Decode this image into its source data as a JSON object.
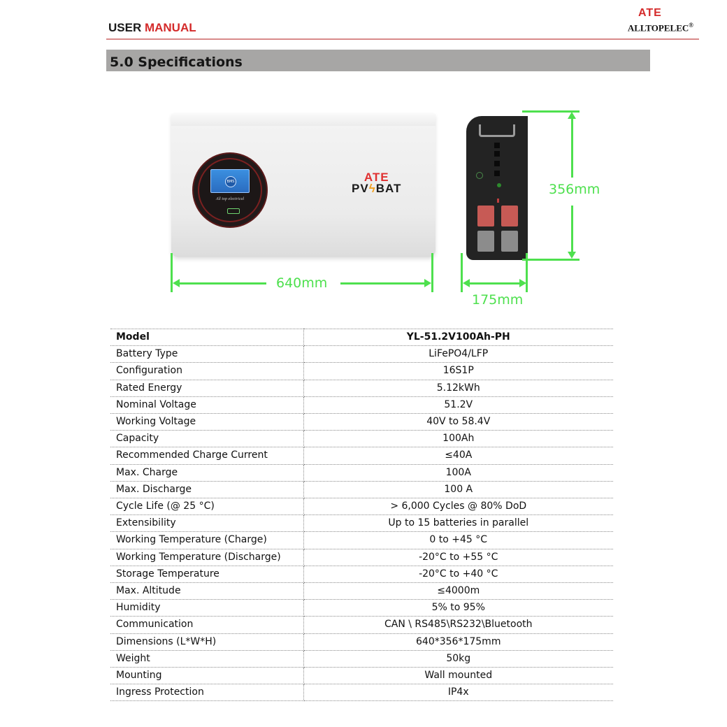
{
  "header": {
    "title_prefix": "USER",
    "title_accent": "MANUAL",
    "brand_mark": "ATE",
    "brand_name": "ALLTOPELEC",
    "brand_reg": "®"
  },
  "section": {
    "title": "5.0 Specifications"
  },
  "product_image": {
    "front_logo_line1": "ATE",
    "front_logo_line2_a": "PV",
    "front_logo_bolt": "ϟ",
    "front_logo_line2_b": "BAT",
    "display_label": "BMS",
    "display_caption": "All top electrical",
    "dimension_width": "640mm",
    "dimension_height": "356mm",
    "dimension_depth": "175mm",
    "accent_color": "#4ee04e"
  },
  "spec_table": {
    "header": {
      "key": "Model",
      "value": "YL-51.2V100Ah-PH"
    },
    "rows": [
      {
        "key": "Battery Type",
        "value": "LiFePO4/LFP"
      },
      {
        "key": "Configuration",
        "value": "16S1P"
      },
      {
        "key": "Rated Energy",
        "value": "5.12kWh"
      },
      {
        "key": "Nominal Voltage",
        "value": "51.2V"
      },
      {
        "key": "Working Voltage",
        "value": "40V to 58.4V"
      },
      {
        "key": "Capacity",
        "value": "100Ah"
      },
      {
        "key": "Recommended Charge Current",
        "value": "≤40A"
      },
      {
        "key": "Max. Charge",
        "value": "100A"
      },
      {
        "key": "Max. Discharge",
        "value": "100 A"
      },
      {
        "key": "Cycle Life (@ 25 °C)",
        "value": "> 6,000 Cycles @ 80% DoD"
      },
      {
        "key": "Extensibility",
        "value": "Up to 15 batteries in parallel"
      },
      {
        "key": "Working Temperature (Charge)",
        "value": "0 to +45 °C"
      },
      {
        "key": "Working Temperature (Discharge)",
        "value": "-20°C to +55 °C"
      },
      {
        "key": "Storage Temperature",
        "value": "-20°C to +40 °C"
      },
      {
        "key": "Max. Altitude",
        "value": "≤4000m"
      },
      {
        "key": "Humidity",
        "value": "5% to 95%"
      },
      {
        "key": "Communication",
        "value": "CAN \\ RS485\\RS232\\Bluetooth"
      },
      {
        "key": "Dimensions (L*W*H)",
        "value": "640*356*175mm"
      },
      {
        "key": "Weight",
        "value": "50kg"
      },
      {
        "key": "Mounting",
        "value": "Wall mounted"
      },
      {
        "key": "Ingress Protection",
        "value": "IP4x"
      }
    ]
  }
}
